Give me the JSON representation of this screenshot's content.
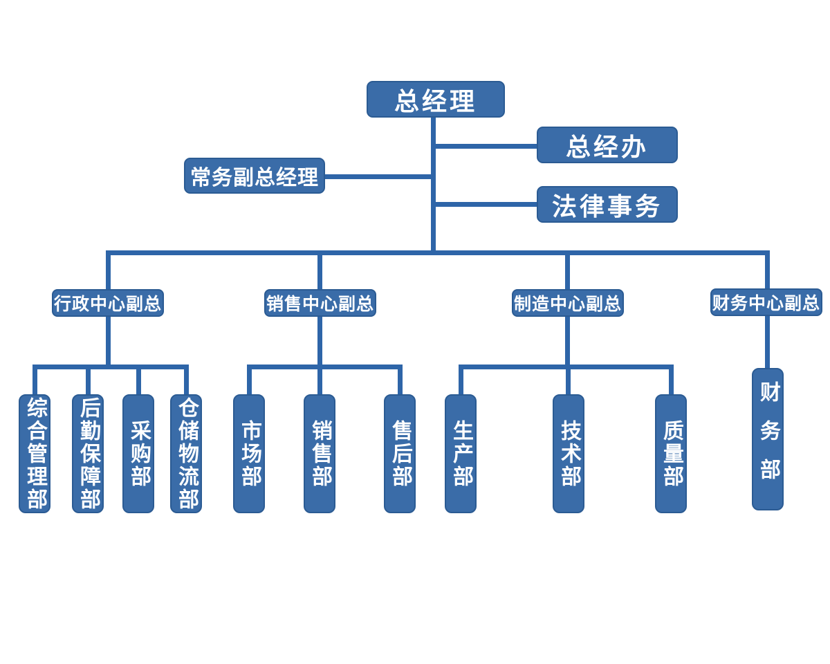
{
  "colors": {
    "node_fill": "#3a6ca8",
    "node_border": "#2b5b93",
    "connector": "#2e65a8",
    "node_text": "#ffffff",
    "background": "#ffffff"
  },
  "org": {
    "root": {
      "label": "总经理"
    },
    "assistants": {
      "gm_office": {
        "label": "总经办"
      },
      "legal": {
        "label": "法律事务"
      },
      "executive_deputy": {
        "label": "常务副总经理"
      }
    },
    "divisions": [
      {
        "label": "行政中心副总",
        "departments": [
          {
            "label": "综合管理部"
          },
          {
            "label": "后勤保障部"
          },
          {
            "label": "采购部"
          },
          {
            "label": "仓储物流部"
          }
        ]
      },
      {
        "label": "销售中心副总",
        "departments": [
          {
            "label": "市场部"
          },
          {
            "label": "销售部"
          },
          {
            "label": "售后部"
          }
        ]
      },
      {
        "label": "制造中心副总",
        "departments": [
          {
            "label": "生产部"
          },
          {
            "label": "技术部"
          },
          {
            "label": "质量部"
          }
        ]
      },
      {
        "label": "财务中心副总",
        "departments": [
          {
            "label": "财务部"
          }
        ]
      }
    ]
  }
}
